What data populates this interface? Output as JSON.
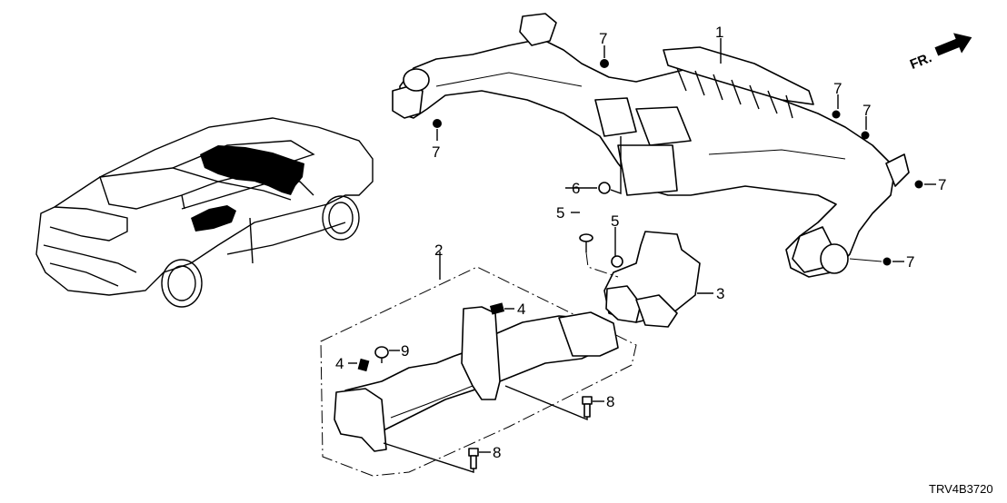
{
  "diagram": {
    "code": "TRV4B3720",
    "direction_marker": "FR.",
    "callouts": [
      {
        "id": "c1",
        "text": "1"
      },
      {
        "id": "c2",
        "text": "2"
      },
      {
        "id": "c3",
        "text": "3"
      },
      {
        "id": "c4a",
        "text": "4"
      },
      {
        "id": "c4b",
        "text": "4"
      },
      {
        "id": "c5a",
        "text": "5"
      },
      {
        "id": "c5b",
        "text": "5"
      },
      {
        "id": "c6",
        "text": "6"
      },
      {
        "id": "c7a",
        "text": "7"
      },
      {
        "id": "c7b",
        "text": "7"
      },
      {
        "id": "c7c",
        "text": "7"
      },
      {
        "id": "c7d",
        "text": "7"
      },
      {
        "id": "c7e",
        "text": "7"
      },
      {
        "id": "c7f",
        "text": "7"
      },
      {
        "id": "c8a",
        "text": "8"
      },
      {
        "id": "c8b",
        "text": "8"
      },
      {
        "id": "c9",
        "text": "9"
      }
    ]
  }
}
